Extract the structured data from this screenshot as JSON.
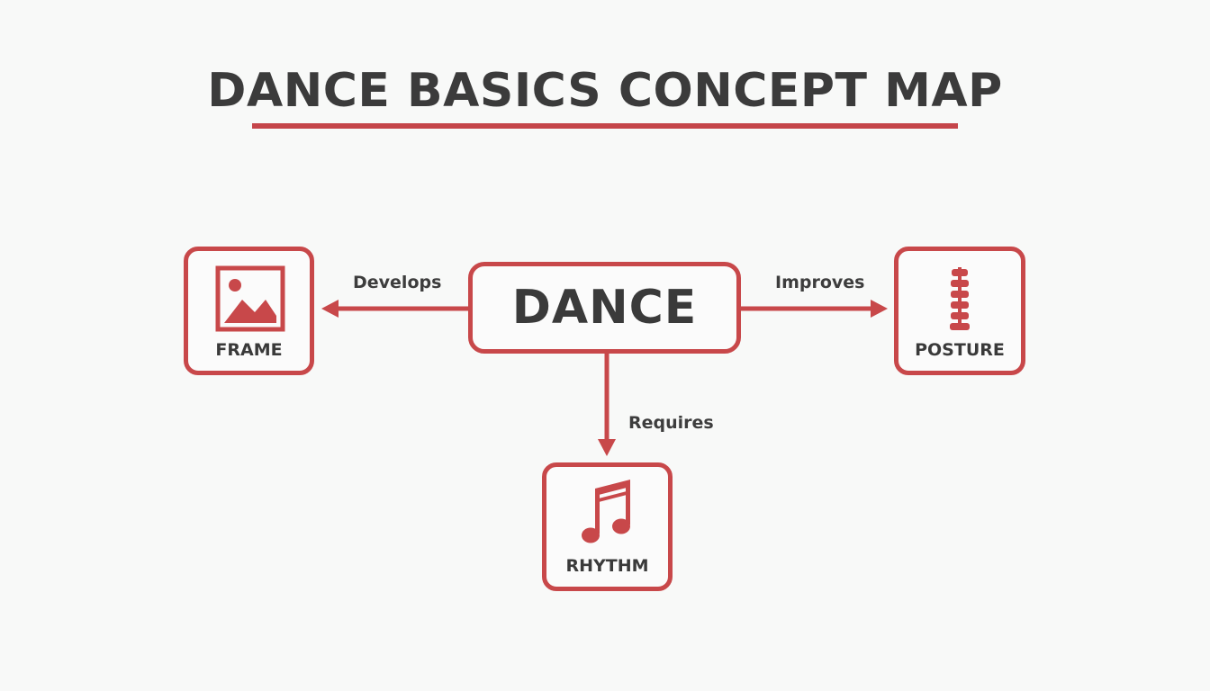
{
  "title": "DANCE BASICS CONCEPT MAP",
  "colors": {
    "accent": "#c8484a",
    "text": "#3a3a3a",
    "background": "#f8f9f8"
  },
  "center_node": {
    "label": "DANCE"
  },
  "nodes": [
    {
      "id": "frame",
      "label": "FRAME",
      "icon": "image-icon"
    },
    {
      "id": "posture",
      "label": "POSTURE",
      "icon": "spine-icon"
    },
    {
      "id": "rhythm",
      "label": "RHYTHM",
      "icon": "music-note-icon"
    }
  ],
  "edges": [
    {
      "from": "DANCE",
      "to": "FRAME",
      "label": "Develops",
      "direction": "left"
    },
    {
      "from": "DANCE",
      "to": "POSTURE",
      "label": "Improves",
      "direction": "right"
    },
    {
      "from": "DANCE",
      "to": "RHYTHM",
      "label": "Requires",
      "direction": "down"
    }
  ]
}
